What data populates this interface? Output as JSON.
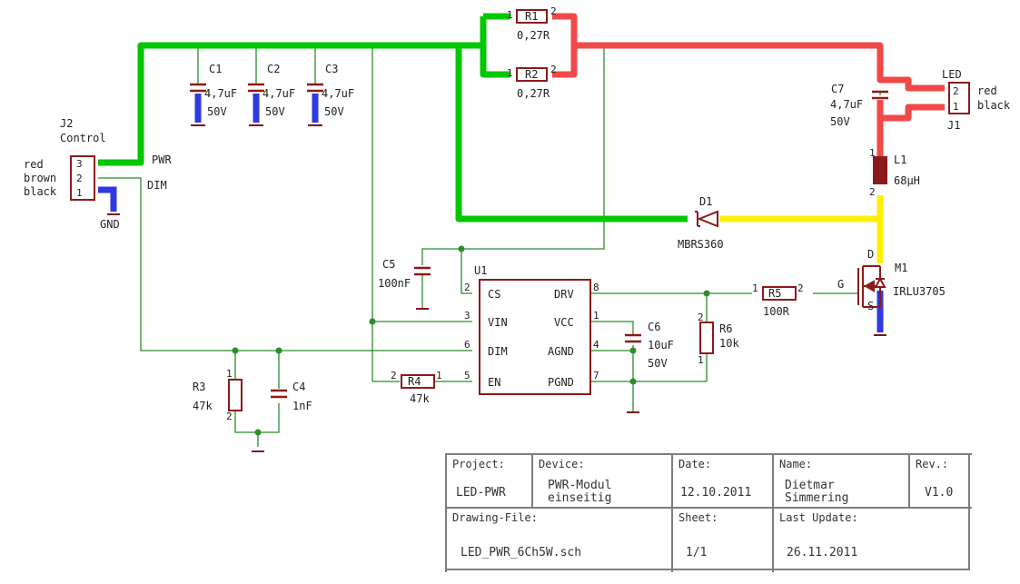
{
  "connectors": {
    "j2": {
      "ref": "J2",
      "name": "Control",
      "wires": [
        "red",
        "brown",
        "black"
      ],
      "pins": [
        "3",
        "2",
        "1"
      ],
      "signals": [
        "PWR",
        "DIM"
      ]
    },
    "j1": {
      "ref": "J1",
      "name": "LED",
      "wires": [
        "red",
        "black"
      ],
      "pins": [
        "2",
        "1"
      ]
    },
    "gnd": "GND"
  },
  "components": {
    "c1": {
      "ref": "C1",
      "value": "4,7uF",
      "voltage": "50V"
    },
    "c2": {
      "ref": "C2",
      "value": "4,7uF",
      "voltage": "50V"
    },
    "c3": {
      "ref": "C3",
      "value": "4,7uF",
      "voltage": "50V"
    },
    "c4": {
      "ref": "C4",
      "value": "1nF"
    },
    "c5": {
      "ref": "C5",
      "value": "100nF"
    },
    "c6": {
      "ref": "C6",
      "value": "10uF",
      "voltage": "50V"
    },
    "c7": {
      "ref": "C7",
      "value": "4,7uF",
      "voltage": "50V"
    },
    "r1": {
      "ref": "R1",
      "value": "0,27R"
    },
    "r2": {
      "ref": "R2",
      "value": "0,27R"
    },
    "r3": {
      "ref": "R3",
      "value": "47k"
    },
    "r4": {
      "ref": "R4",
      "value": "47k"
    },
    "r5": {
      "ref": "R5",
      "value": "100R"
    },
    "r6": {
      "ref": "R6",
      "value": "10k"
    },
    "l1": {
      "ref": "L1",
      "value": "68µH"
    },
    "d1": {
      "ref": "D1",
      "value": "MBRS360"
    },
    "m1": {
      "ref": "M1",
      "value": "IRLU3705",
      "pins": [
        "D",
        "G",
        "S"
      ]
    },
    "u1": {
      "ref": "U1",
      "left_pins": [
        {
          "num": "2",
          "name": "CS"
        },
        {
          "num": "3",
          "name": "VIN"
        },
        {
          "num": "6",
          "name": "DIM"
        },
        {
          "num": "5",
          "name": "EN"
        }
      ],
      "right_pins": [
        {
          "num": "8",
          "name": "DRV"
        },
        {
          "num": "1",
          "name": "VCC"
        },
        {
          "num": "4",
          "name": "AGND"
        },
        {
          "num": "7",
          "name": "PGND"
        }
      ]
    }
  },
  "pin_numbers": {
    "one": "1",
    "two": "2"
  },
  "net_colors": {
    "supply": "#00c800",
    "led_plus": "#f24848",
    "switch_node": "#ffef00",
    "ground": "#2f3ae0",
    "signal": "#2b8c2b",
    "part": "#8b1a1a"
  },
  "title_block": {
    "project_label": "Project:",
    "project": "LED-PWR",
    "device_label": "Device:",
    "device_line1": "PWR-Modul",
    "device_line2": "einseitig",
    "date_label": "Date:",
    "date": "12.10.2011",
    "name_label": "Name:",
    "name_line1": "Dietmar",
    "name_line2": "Simmering",
    "rev_label": "Rev.:",
    "rev": "V1.0",
    "file_label": "Drawing-File:",
    "file": "LED_PWR_6Ch5W.sch",
    "sheet_label": "Sheet:",
    "sheet": "1/1",
    "update_label": "Last Update:",
    "update": "26.11.2011"
  }
}
